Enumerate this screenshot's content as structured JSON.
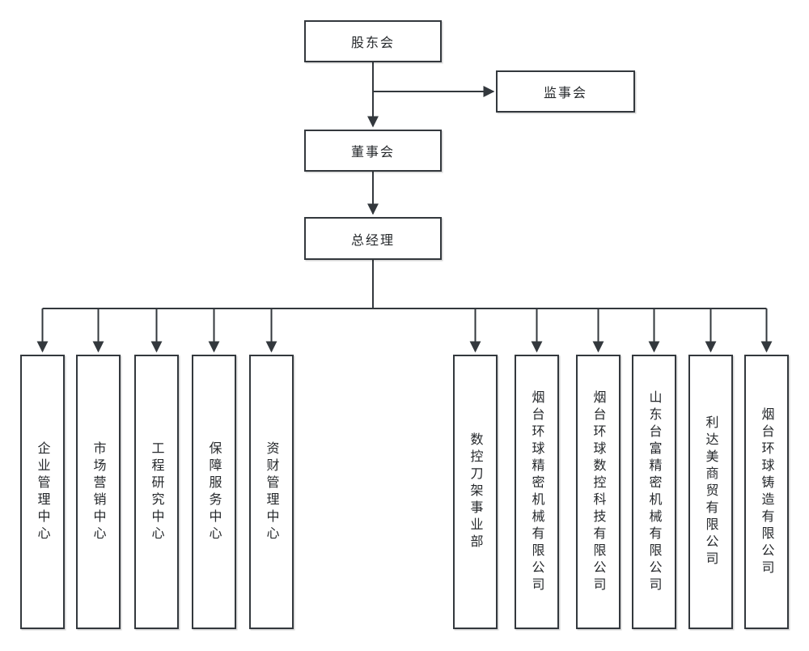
{
  "colors": {
    "line": "#33383d",
    "box_border": "#33383d",
    "box_bg": "#ffffff",
    "text": "#26292c",
    "background": "#ffffff"
  },
  "org": {
    "shareholders": {
      "label": "股东会"
    },
    "supervisory": {
      "label": "监事会"
    },
    "board": {
      "label": "董事会"
    },
    "gm": {
      "label": "总经理"
    },
    "children": [
      {
        "label": "企业管理中心"
      },
      {
        "label": "市场营销中心"
      },
      {
        "label": "工程研究中心"
      },
      {
        "label": "保障服务中心"
      },
      {
        "label": "资财管理中心"
      },
      {
        "label": "数控刀架事业部"
      },
      {
        "label": "烟台环球精密机械有限公司"
      },
      {
        "label": "烟台环球数控科技有限公司"
      },
      {
        "label": "山东台富精密机械有限公司"
      },
      {
        "label": "利达美商贸有限公司"
      },
      {
        "label": "烟台环球铸造有限公司"
      }
    ]
  }
}
